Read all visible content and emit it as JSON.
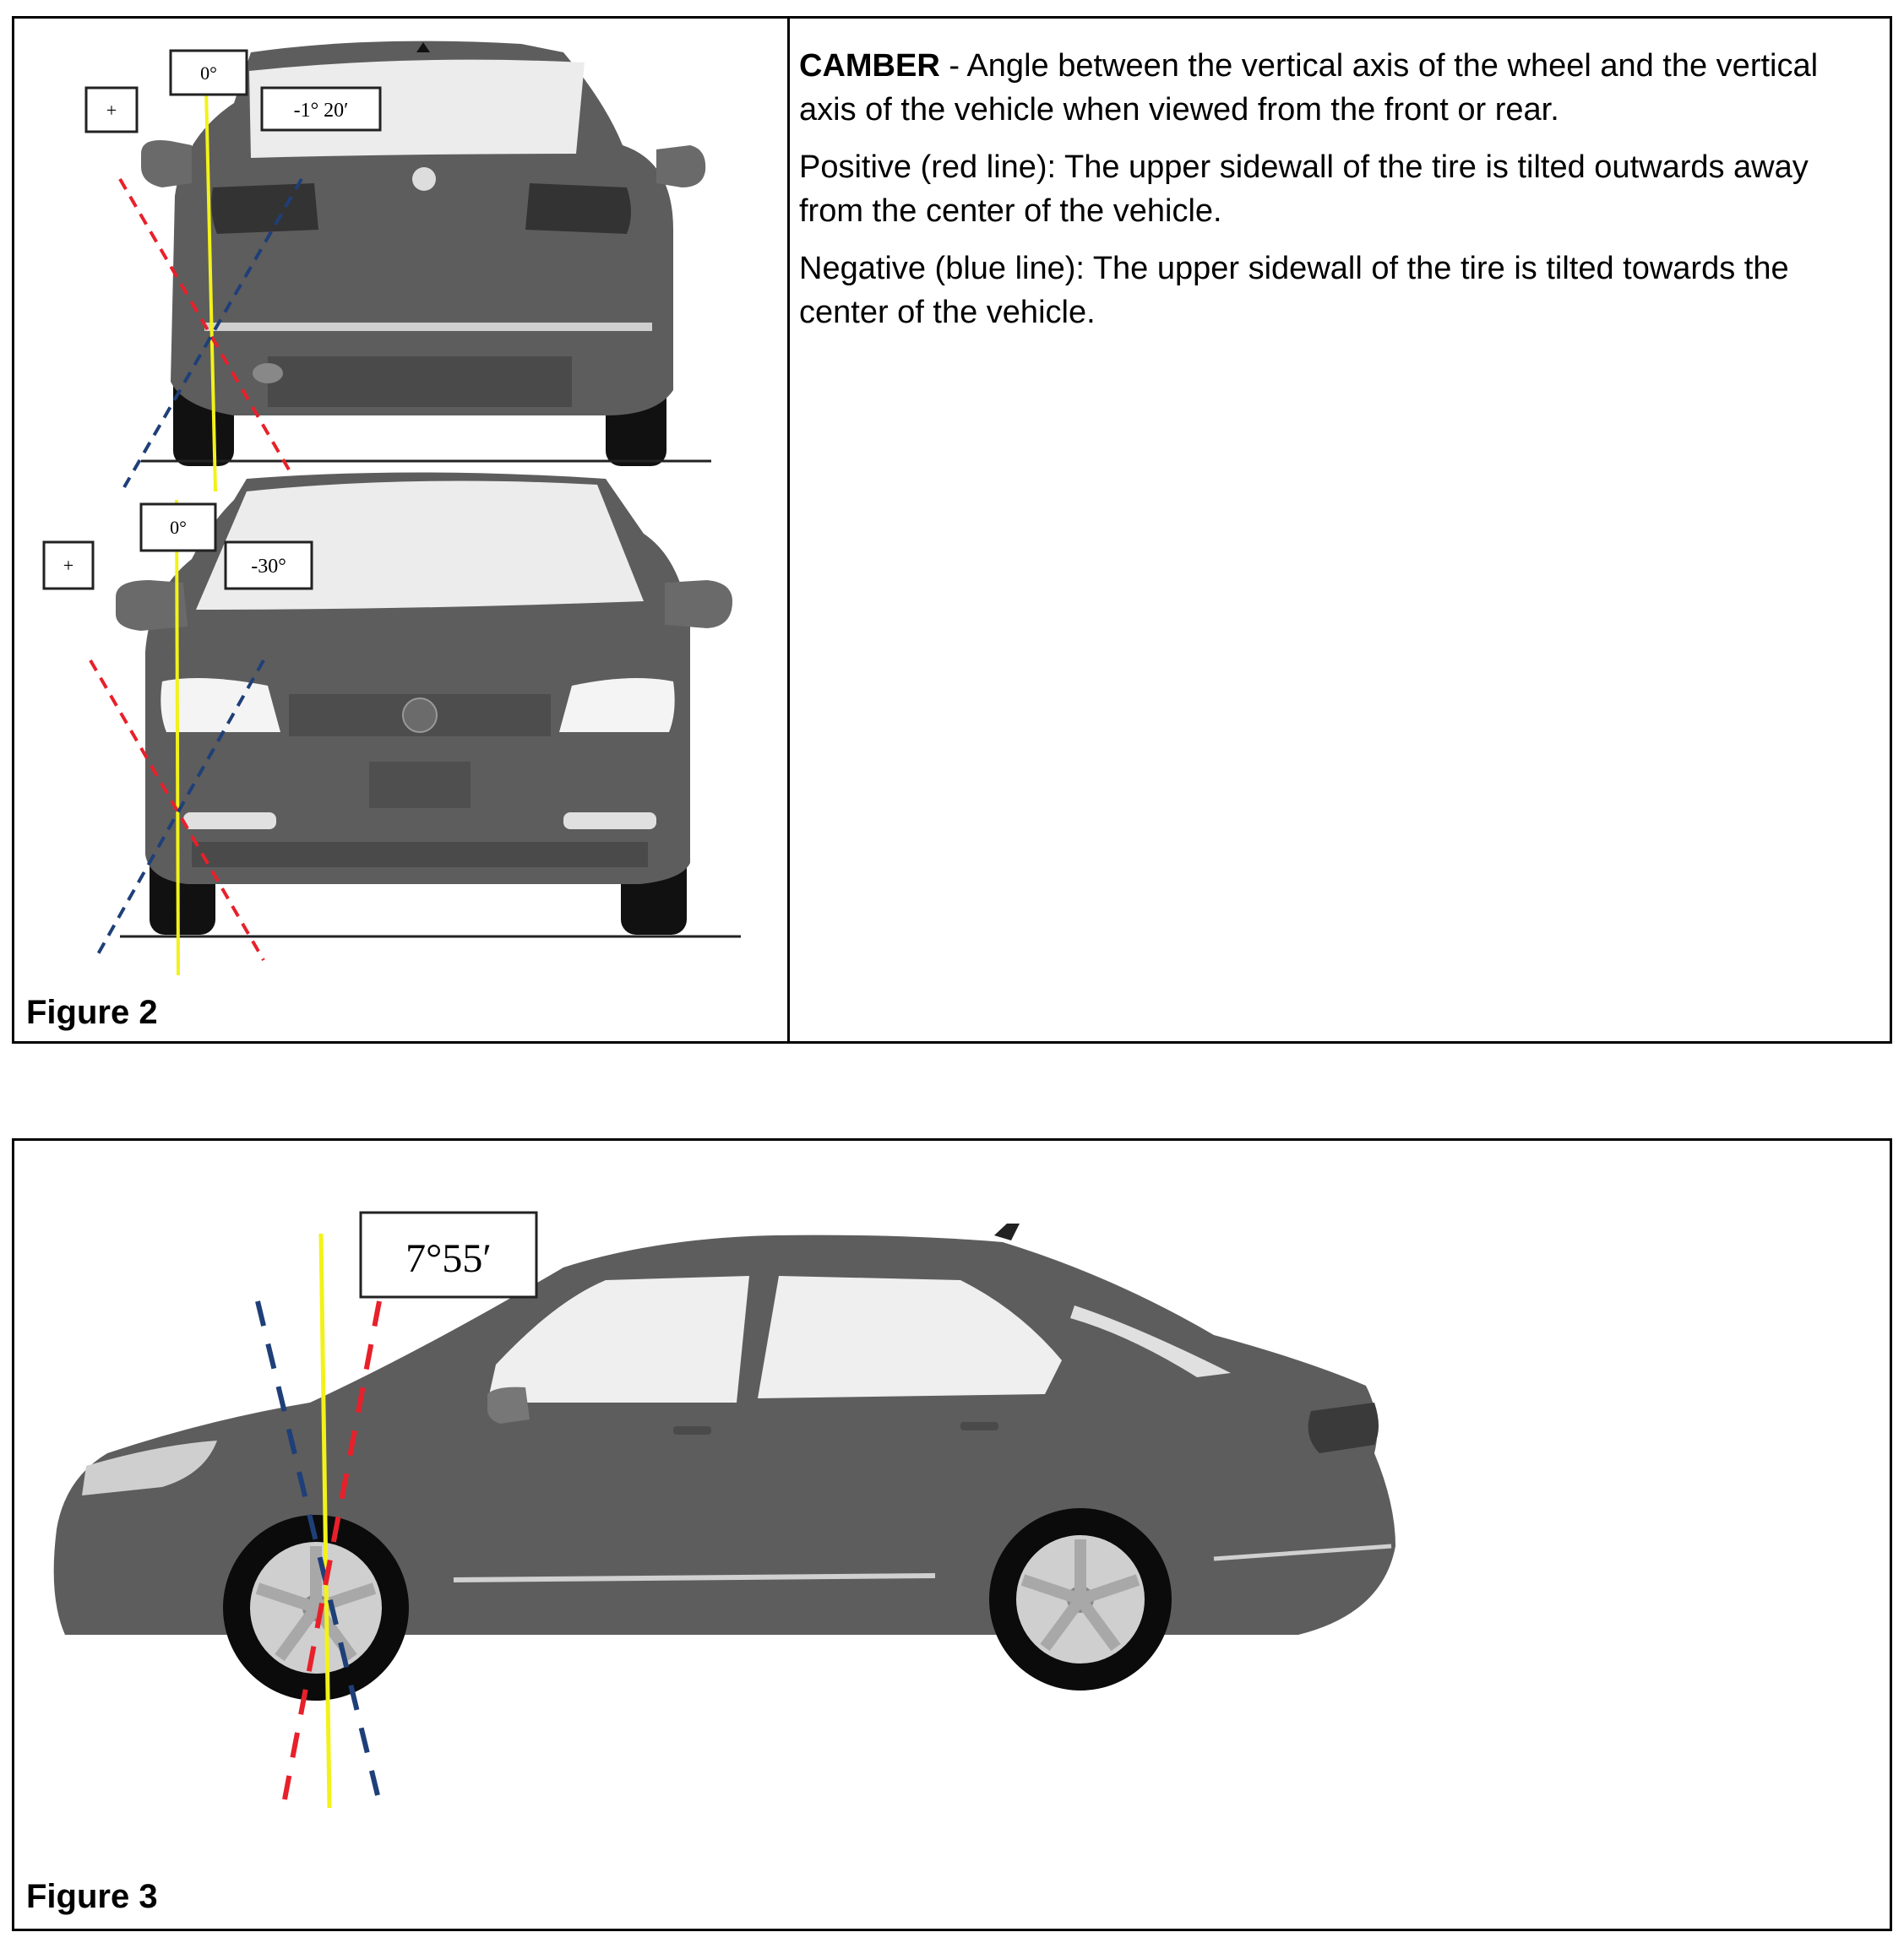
{
  "figure2": {
    "caption": "Figure 2",
    "rear_view": {
      "zero_label": "0°",
      "plus_label": "+",
      "angle_label": "-1° 20′"
    },
    "front_view": {
      "zero_label": "0°",
      "plus_label": "+",
      "angle_label": "-30°"
    }
  },
  "description": {
    "term": "CAMBER",
    "definition": " - Angle between the vertical axis of the wheel and the vertical axis of the vehicle when viewed from the front or rear.",
    "positive": "Positive (red line): The upper sidewall of the tire is tilted outwards away from the center of the vehicle.",
    "negative": "Negative (blue line): The upper sidewall of the tire is tilted towards the center of the vehicle."
  },
  "figure3": {
    "caption": "Figure 3",
    "angle_label": "7°55′"
  },
  "colors": {
    "positive_line": "#e8202a",
    "negative_line": "#1f3f78",
    "vertical_axis": "#f2f21a",
    "car_body": "#5d5d5d"
  }
}
